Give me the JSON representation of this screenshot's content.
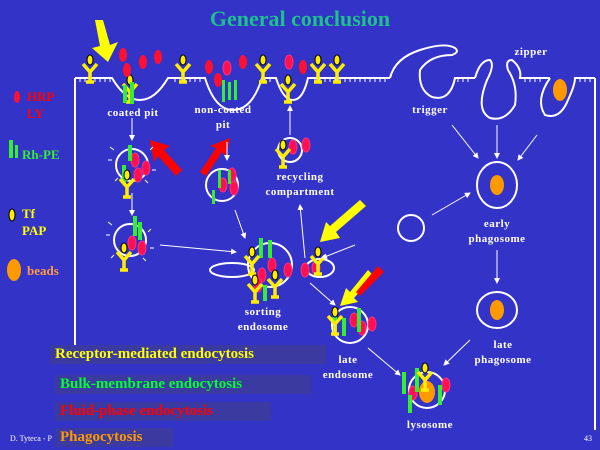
{
  "slide": {
    "title": "General conclusion",
    "footer_author": "D. Tyteca - P",
    "page_number": "43"
  },
  "legend": [
    {
      "icon": "red-oval-icon",
      "lines": [
        "HRP",
        "LY"
      ],
      "color": "#ff0000"
    },
    {
      "icon": "green-bars-icon",
      "lines": [
        "Rh-PE"
      ],
      "color": "#33ee33"
    },
    {
      "icon": "yellow-oval-icon",
      "lines": [
        "Tf",
        "PAP"
      ],
      "color": "#ffff00"
    },
    {
      "icon": "orange-bead-icon",
      "lines": [
        "beads"
      ],
      "color": "#ff9900"
    }
  ],
  "labels": {
    "coated_pit": "coated pit",
    "non_coated_pit": [
      "non-coated",
      "pit"
    ],
    "recycling": [
      "recycling",
      "compartment"
    ],
    "sorting": [
      "sorting",
      "endosome"
    ],
    "late_endosome": [
      "late",
      "endosome"
    ],
    "lysosome": "lysosome",
    "trigger": "trigger",
    "zipper": "zipper",
    "early_phagosome": [
      "early",
      "phagosome"
    ],
    "late_phagosome": [
      "late",
      "phagosome"
    ]
  },
  "pathways": [
    {
      "label": "Receptor-mediated endocytosis",
      "color": "#ffff00"
    },
    {
      "label": "Bulk-membrane endocytosis",
      "color": "#00ff33"
    },
    {
      "label": "Fluid-phase endocytosis",
      "color": "#ff0000"
    },
    {
      "label": "Phagocytosis",
      "color": "#ff9900"
    }
  ],
  "colors": {
    "background": "#3333c8",
    "title": "#1fbf8f",
    "membrane": "#ffffff"
  }
}
